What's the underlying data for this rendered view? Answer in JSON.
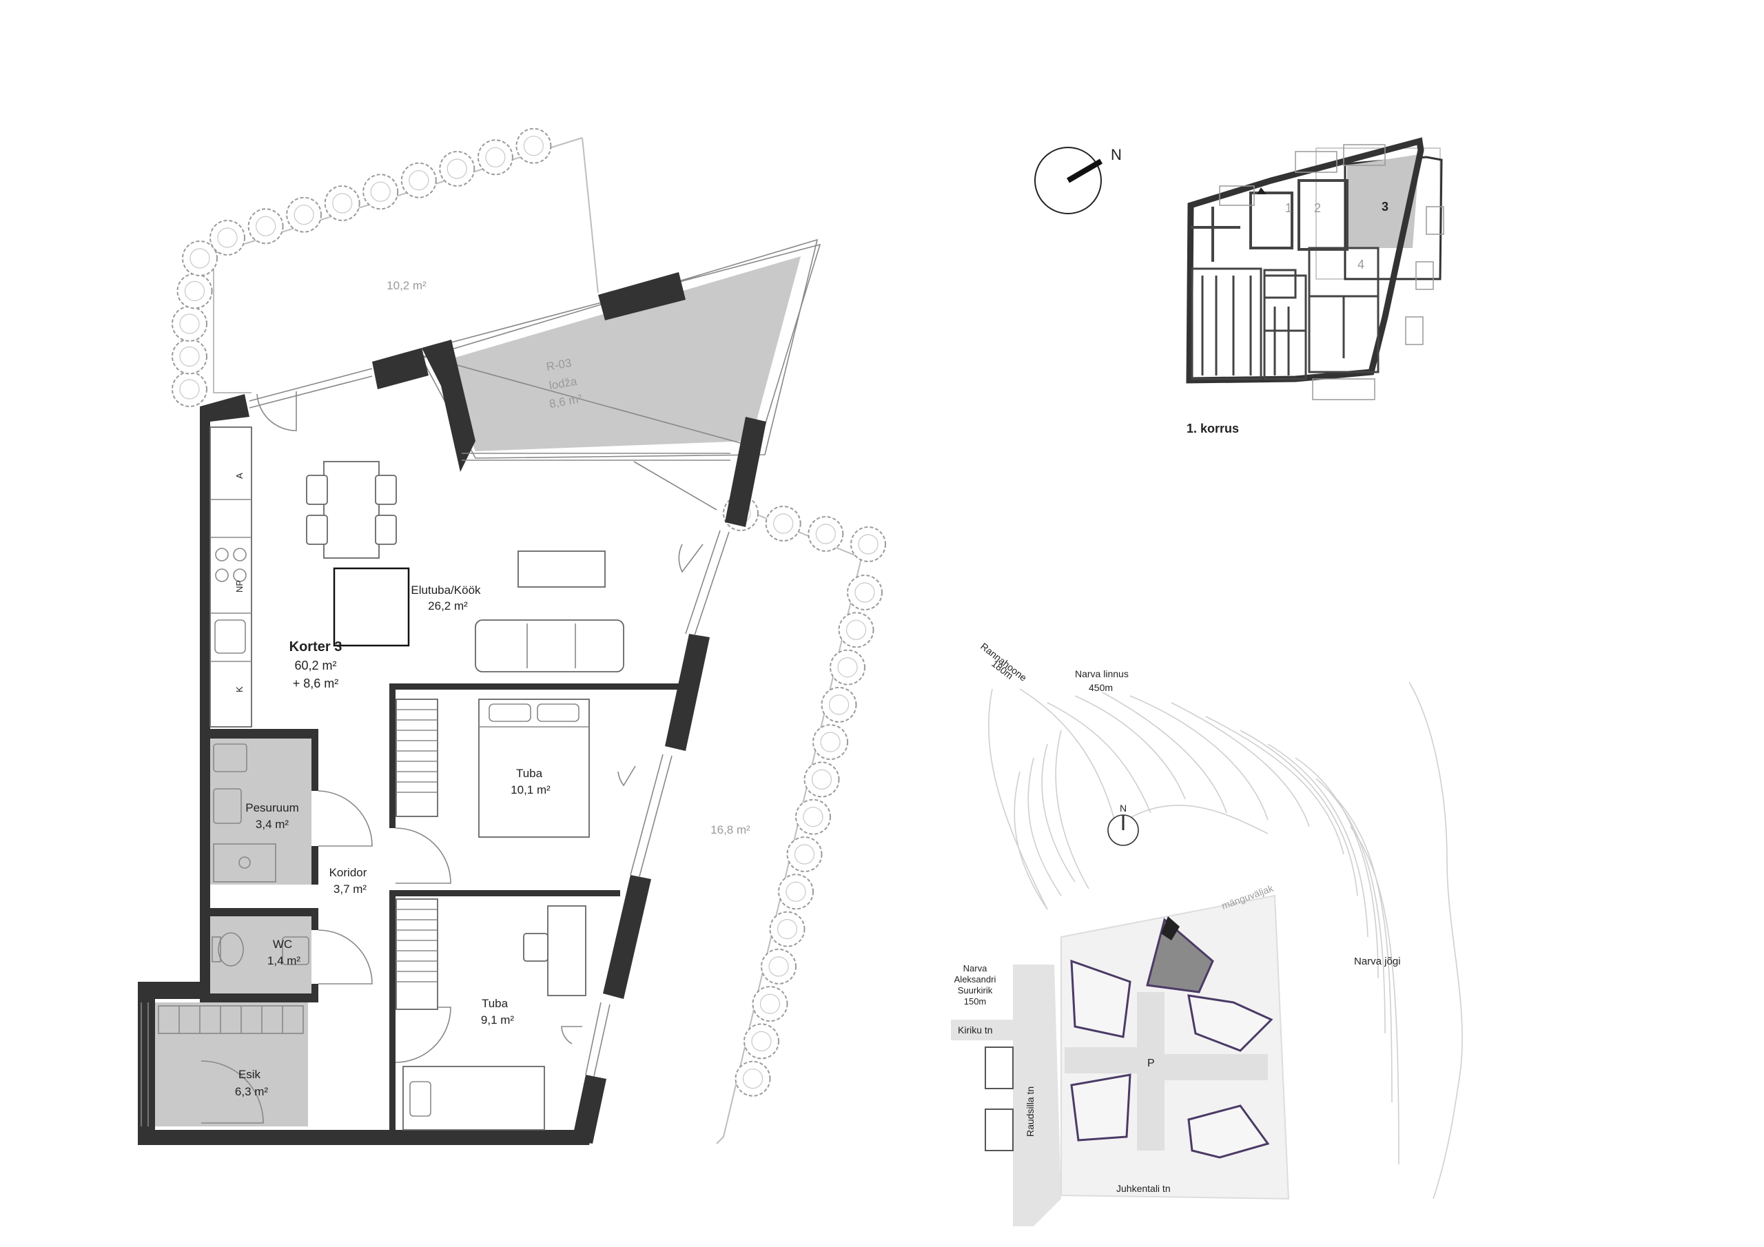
{
  "apartment": {
    "name": "Korter 3",
    "area_main": "60,2 m²",
    "area_extra": "+ 8,6 m²"
  },
  "rooms": {
    "living": {
      "name": "Elutuba/Köök",
      "area": "26,2 m²"
    },
    "bedroom1": {
      "name": "Tuba",
      "area": "10,1 m²"
    },
    "bedroom2": {
      "name": "Tuba",
      "area": "9,1 m²"
    },
    "bathroom": {
      "name": "Pesuruum",
      "area": "3,4 m²"
    },
    "corridor": {
      "name": "Koridor",
      "area": "3,7 m²"
    },
    "wc": {
      "name": "WC",
      "area": "1,4 m²"
    },
    "hall": {
      "name": "Esik",
      "area": "6,3 m²"
    },
    "loggia": {
      "code": "R-03",
      "name": "lodža",
      "area": "8,6 m²"
    }
  },
  "terraces": {
    "north": "10,2 m²",
    "east": "16,8 m²"
  },
  "kitchen_labels": {
    "a": "A",
    "np": "NP",
    "k": "K"
  },
  "compass": {
    "letter": "N"
  },
  "key_plan": {
    "floor_label": "1. korrus",
    "unit_numbers": [
      "1",
      "2",
      "3",
      "4"
    ]
  },
  "site_plan": {
    "compass_letter": "N",
    "label_rannahoone": "Rannahoone",
    "label_rannahoone_dist": "180m",
    "label_linnus": "Narva linnus",
    "label_linnus_dist": "450m",
    "label_church_1": "Narva",
    "label_church_2": "Aleksandri",
    "label_church_3": "Suurkirik",
    "label_church_dist": "150m",
    "label_playground": "mänguväljak",
    "label_river": "Narva jõgi",
    "street_kiriku": "Kiriku tn",
    "street_raudsilla": "Raudsilla tn",
    "street_juhkentali": "Juhkentali tn",
    "parking": "P"
  },
  "colors": {
    "wall": "#333333",
    "floor_gray": "#c9c9c9",
    "highlight_purple": "#4b3a66"
  }
}
